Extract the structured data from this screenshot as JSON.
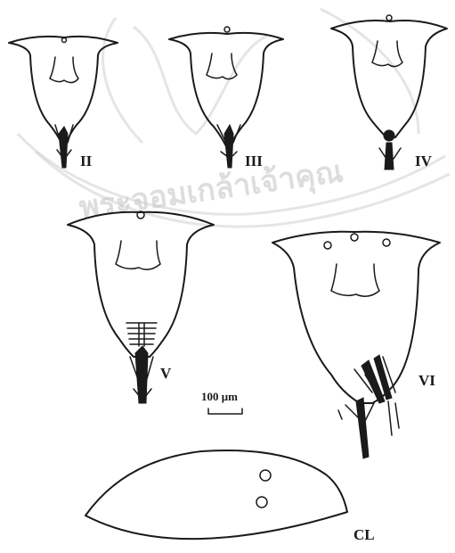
{
  "stage_labels": {
    "II": "II",
    "III": "III",
    "IV": "IV",
    "V": "V",
    "VI": "VI",
    "CL": "CL"
  },
  "scale_bar": {
    "label": "100 μm"
  },
  "watermark": {
    "text": "พระจอมเกล้าเจ้าคุณ",
    "color": "#c8c8c8"
  },
  "colors": {
    "ink": "#1a1a1a",
    "background": "#ffffff"
  }
}
